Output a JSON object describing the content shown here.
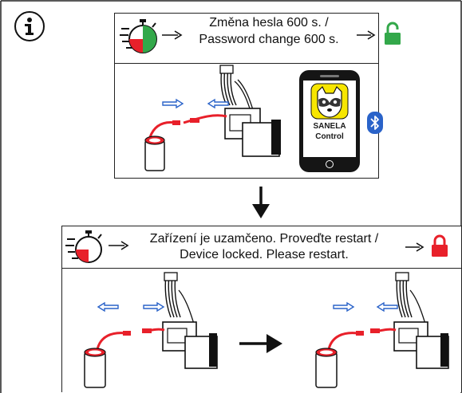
{
  "info_icon": "info-circle-icon",
  "panel_top": {
    "text_cz": "Změna hesla 600 s. /",
    "text_en": "Password change 600 s.",
    "status_icon": "unlocked-padlock-icon",
    "status_color": "#33a84a",
    "app": {
      "name_line1": "SANELA",
      "name_line2": "Control",
      "icon": "raccoon-app-icon",
      "bluetooth_icon": "bluetooth-icon"
    }
  },
  "panel_bottom": {
    "text_cz": "Zařízení je uzamčeno. Proveďte restart /",
    "text_en": "Device locked. Please restart.",
    "status_icon": "locked-padlock-icon",
    "status_color": "#e8202a"
  },
  "colors": {
    "timer_red": "#e8202a",
    "timer_green": "#33a84a",
    "arrow_blue": "#2a63c9",
    "cable_red": "#e8202a",
    "app_yellow": "#f7e600"
  }
}
